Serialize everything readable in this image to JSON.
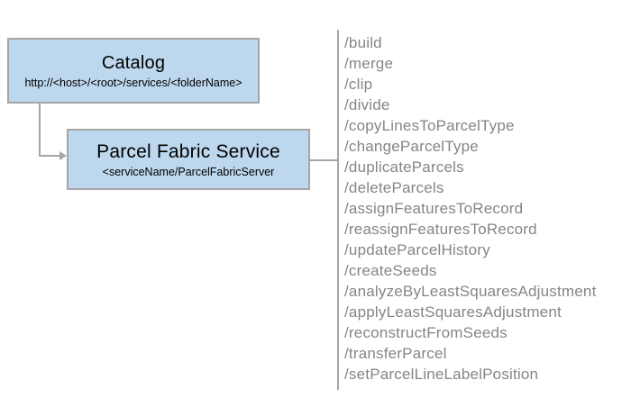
{
  "catalog_box": {
    "title": "Catalog",
    "subtitle": "http://<host>/<root>/services/<folderName>"
  },
  "service_box": {
    "title": "Parcel Fabric Service",
    "subtitle": "<serviceName/ParcelFabricServer"
  },
  "endpoints": [
    "/build",
    "/merge",
    "/clip",
    "/divide",
    "/copyLinesToParcelType",
    "/changeParcelType",
    "/duplicateParcels",
    "/deleteParcels",
    "/assignFeaturesToRecord",
    "/reassignFeaturesToRecord",
    "/updateParcelHistory",
    "/createSeeds",
    "/analyzeByLeastSquaresAdjustment",
    "/applyLeastSquaresAdjustment",
    "/reconstructFromSeeds",
    "/transferParcel",
    "/setParcelLineLabelPosition"
  ],
  "colors": {
    "box_fill": "#BDD7EE",
    "box_border": "#A6A6A6",
    "connector": "#A6A6A6",
    "endpoint_text": "#85858A",
    "title_text": "#000000"
  }
}
